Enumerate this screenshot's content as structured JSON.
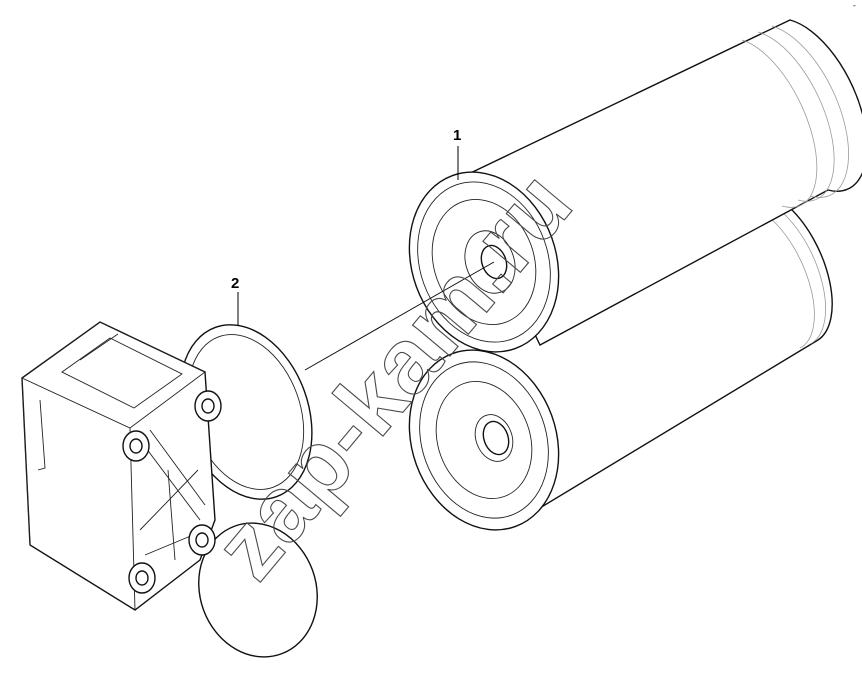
{
  "callouts": {
    "part1": "1",
    "part2": "2"
  },
  "watermark": "zap-kam.ru",
  "corner_mark": "-"
}
